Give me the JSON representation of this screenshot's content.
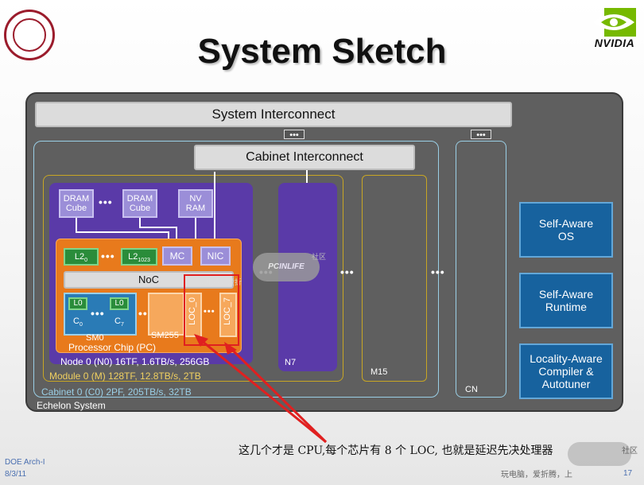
{
  "slide": {
    "title": "System Sketch",
    "logo_text": "NVIDIA",
    "footer_left": "DOE Arch-I",
    "footer_date": "8/3/11",
    "page_number": "17",
    "watermark_top": "社区",
    "watermark_bottom": "玩电脑，爱折腾，上",
    "watermark_bottom2": "社区"
  },
  "diagram": {
    "system_interconnect": "System Interconnect",
    "cabinet_interconnect": "Cabinet Interconnect",
    "dram_cube_1": "DRAM\nCube",
    "dram_cube_2": "DRAM\nCube",
    "nv_ram": "NV\nRAM",
    "l2_0": "L2",
    "l2_0_sub": "0",
    "l2_1023": "L2",
    "l2_1023_sub": "1023",
    "mc": "MC",
    "nic": "NIC",
    "noc": "NoC",
    "l0_a": "L0",
    "c_a": "C",
    "c_a_sub": "0",
    "l0_b": "L0",
    "c_b": "C",
    "c_b_sub": "7",
    "sm0": "SM0",
    "sm255": "SM255",
    "loc_0": "LOC_0",
    "loc_7": "LOC_7",
    "processor_chip": "Processor Chip (PC)",
    "node_label": "Node 0 (N0) 16TF, 1.6TB/s, 256GB",
    "module_label": "Module 0 (M) 128TF, 12.8TB/s, 2TB",
    "cabinet_label": "Cabinet 0 (C0) 2PF, 205TB/s, 32TB",
    "echelon_label": "Echelon System",
    "n7": "N7",
    "m15": "M15",
    "cn": "CN",
    "dots": "•••",
    "self_aware_os": "Self-Aware\nOS",
    "self_aware_runtime": "Self-Aware\nRuntime",
    "locality_compiler": "Locality-Aware\nCompiler &\nAutotuner",
    "watermark_mid": "社区",
    "watermark_mid2": "玩电脑，爱折",
    "pcinlife": "PCINLIFE"
  },
  "annotation": {
    "caption": "这几个才是 CPU,每个芯片有 8 个 LOC, 也就是延迟先决处理器"
  },
  "colors": {
    "purple": "#5a3aa8",
    "orange": "#e87a1c",
    "blue": "#17629e",
    "red_annotation": "#e02020"
  }
}
